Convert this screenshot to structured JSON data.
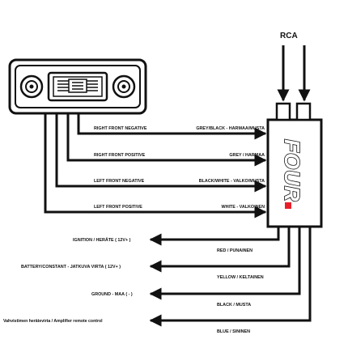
{
  "rca_label": "RCA",
  "brand": "FOUR",
  "speaker_outputs": [
    {
      "radio_label": "RIGHT FRONT NEGATIVE",
      "wire_label": "GREY/BLACK - HARMAA/MUSTA"
    },
    {
      "radio_label": "RIGHT FRONT POSITIVE",
      "wire_label": "GREY / HARMAA"
    },
    {
      "radio_label": "LEFT FRONT NEGATIVE",
      "wire_label": "BLACK/WHITE - VALKO/MUSTA"
    },
    {
      "radio_label": "LEFT FRONT POSITIVE",
      "wire_label": "WHITE - VALKOINEN"
    }
  ],
  "power_inputs": [
    {
      "source_label": "IGNITION / HERÄTE ( 12V+ )",
      "wire_label": "RED / PUNAINEN"
    },
    {
      "source_label": "BATTERY/CONSTANT - JATKUVA VIRTA  ( 12V+ )",
      "wire_label": "YELLOW / KELTAINEN"
    },
    {
      "source_label": "GROUND - MAA ( - )",
      "wire_label": "BLACK / MUSTA"
    },
    {
      "source_label": "Vahvistimen herätevirta / Amplifier remote control",
      "wire_label": "BLUE / SININEN"
    }
  ],
  "colors": {
    "ink": "#111111",
    "accent": "#e8202a",
    "background": "#ffffff"
  }
}
